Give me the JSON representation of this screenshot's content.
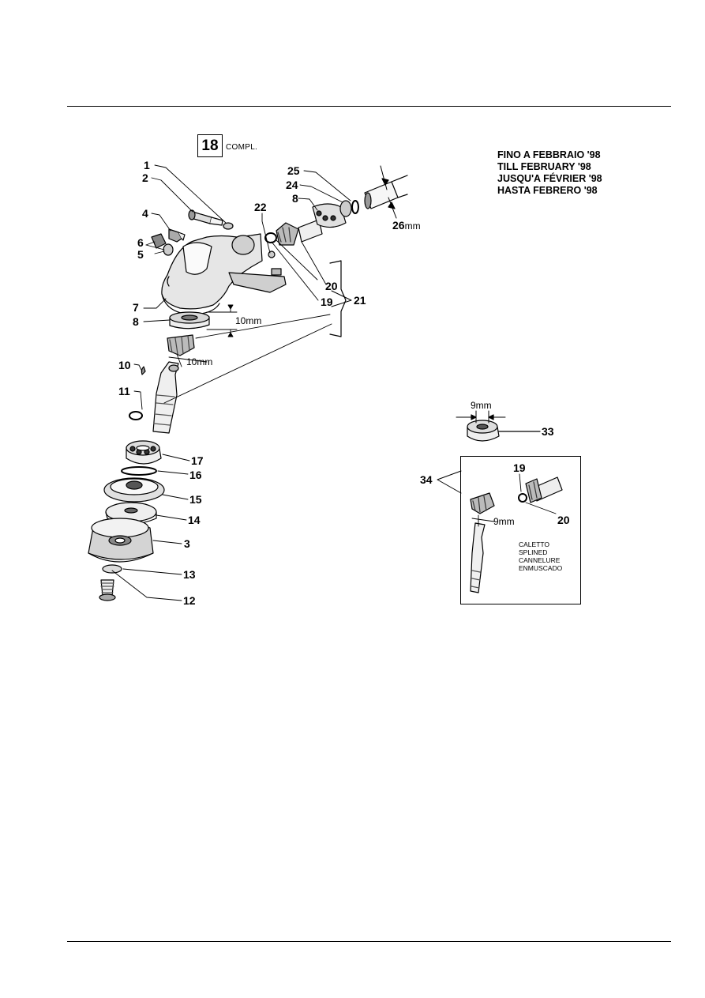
{
  "assembly": {
    "number": "18",
    "suffix": "COMPL."
  },
  "caption": [
    "FINO A FEBBRAIO '98",
    "TILL FEBRUARY '98",
    "JUSQU'A FÉVRIER '98",
    "HASTA FEBRERO '98"
  ],
  "callouts": [
    "1",
    "2",
    "4",
    "6",
    "5",
    "7",
    "8",
    "10",
    "11",
    "17",
    "16",
    "15",
    "14",
    "3",
    "13",
    "12",
    "22",
    "25",
    "24",
    "8",
    "20",
    "19",
    "21",
    "33",
    "34",
    "19",
    "20"
  ],
  "dimensions": {
    "bearing_main_thickness": "10mm",
    "shaft_diameter": "10mm",
    "pinion_shaft": "26",
    "pinion_shaft_unit": "mm",
    "bearing_33": "9mm",
    "inset_shaft": "9mm"
  },
  "inset_note": [
    "CALETTO",
    "SPLINED",
    "CANNELURE",
    "ENMUSCADO"
  ]
}
